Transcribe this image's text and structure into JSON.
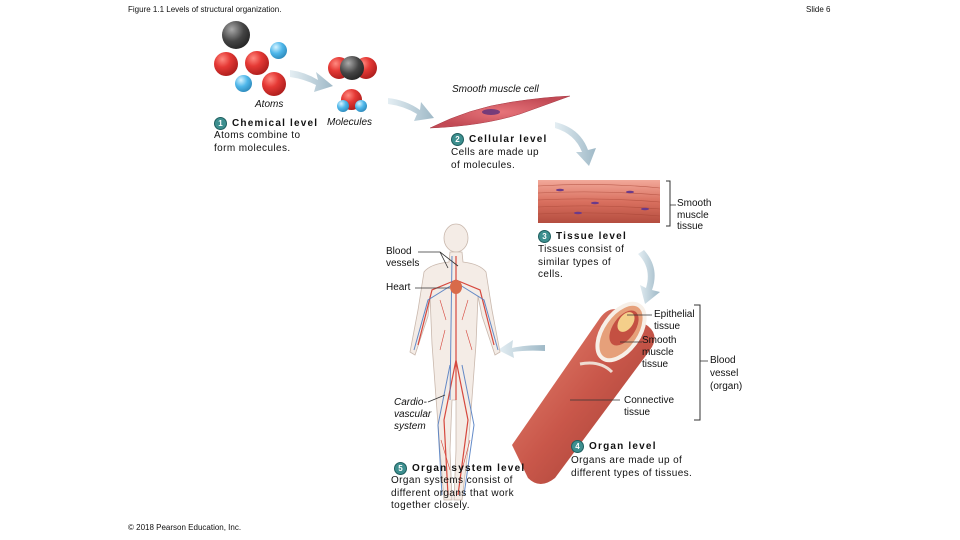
{
  "header": {
    "figure_title": "Figure 1.1 Levels of structural organization.",
    "slide_number": "Slide 6"
  },
  "footer": {
    "copyright": "© 2018 Pearson Education, Inc."
  },
  "labels": {
    "atoms": "Atoms",
    "molecules": "Molecules",
    "smooth_muscle_cell": "Smooth muscle cell",
    "blood_vessels": [
      "Blood",
      "vessels"
    ],
    "heart": "Heart",
    "cardiovascular_system": [
      "Cardio-",
      "vascular",
      "system"
    ],
    "smooth_muscle_tissue": [
      "Smooth",
      "muscle",
      "tissue"
    ],
    "epithelial_tissue": [
      "Epithelial",
      "tissue"
    ],
    "vessel_smooth_muscle_tissue": [
      "Smooth",
      "muscle",
      "tissue"
    ],
    "connective_tissue": [
      "Connective",
      "tissue"
    ],
    "blood_vessel_organ": [
      "Blood",
      "vessel",
      "(organ)"
    ]
  },
  "levels": [
    {
      "number": "1",
      "title": "Chemical level",
      "description": [
        "Atoms combine to",
        "form molecules."
      ]
    },
    {
      "number": "2",
      "title": "Cellular level",
      "description": [
        "Cells are made up",
        "of molecules."
      ]
    },
    {
      "number": "3",
      "title": "Tissue level",
      "description": [
        "Tissues consist of",
        "similar types of",
        "cells."
      ]
    },
    {
      "number": "4",
      "title": "Organ level",
      "description": [
        "Organs are made up of",
        "different types of tissues."
      ]
    },
    {
      "number": "5",
      "title": "Organ system level",
      "description": [
        "Organ systems consist of",
        "different organs that work",
        "together closely."
      ]
    }
  ],
  "colors": {
    "number_badge": "#3d8f8f",
    "arrow": "#b8cdd8",
    "muscle": "#d86a5a",
    "vessel": "#c9574a"
  }
}
